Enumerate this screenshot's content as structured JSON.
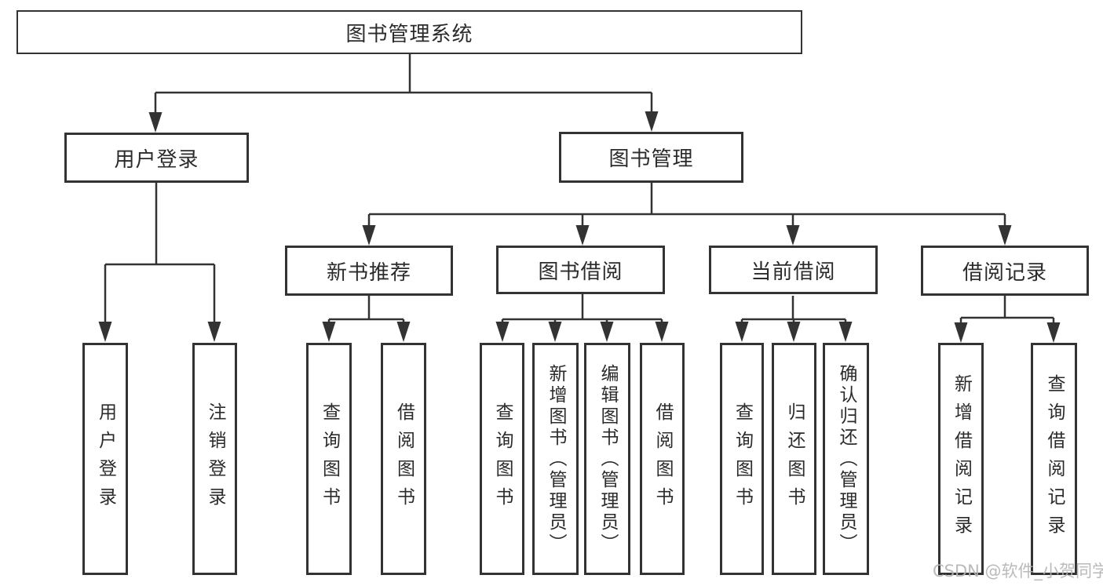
{
  "tree": {
    "root": {
      "label": "图书管理系统"
    },
    "branches": [
      {
        "label": "用户登录",
        "children": [
          {
            "label": "用户登录"
          },
          {
            "label": "注销登录"
          }
        ]
      },
      {
        "label": "图书管理",
        "children": [
          {
            "label": "新书推荐",
            "children": [
              {
                "label": "查询图书"
              },
              {
                "label": "借阅图书"
              }
            ]
          },
          {
            "label": "图书借阅",
            "children": [
              {
                "label": "查询图书"
              },
              {
                "label": "新增图书（管理员）"
              },
              {
                "label": "编辑图书（管理员）"
              },
              {
                "label": "借阅图书"
              }
            ]
          },
          {
            "label": "当前借阅",
            "children": [
              {
                "label": "查询图书"
              },
              {
                "label": "归还图书"
              },
              {
                "label": "确认归还（管理员）"
              }
            ]
          },
          {
            "label": "借阅记录",
            "children": [
              {
                "label": "新增借阅记录"
              },
              {
                "label": "查询借阅记录"
              }
            ]
          }
        ]
      }
    ]
  },
  "watermark": {
    "text": "CSDN @软件_小贺同学"
  },
  "colors": {
    "line": "#333333",
    "border": "#333333",
    "text": "#2b2b2b",
    "watermark": "#b3b3b3",
    "background": "#ffffff"
  }
}
